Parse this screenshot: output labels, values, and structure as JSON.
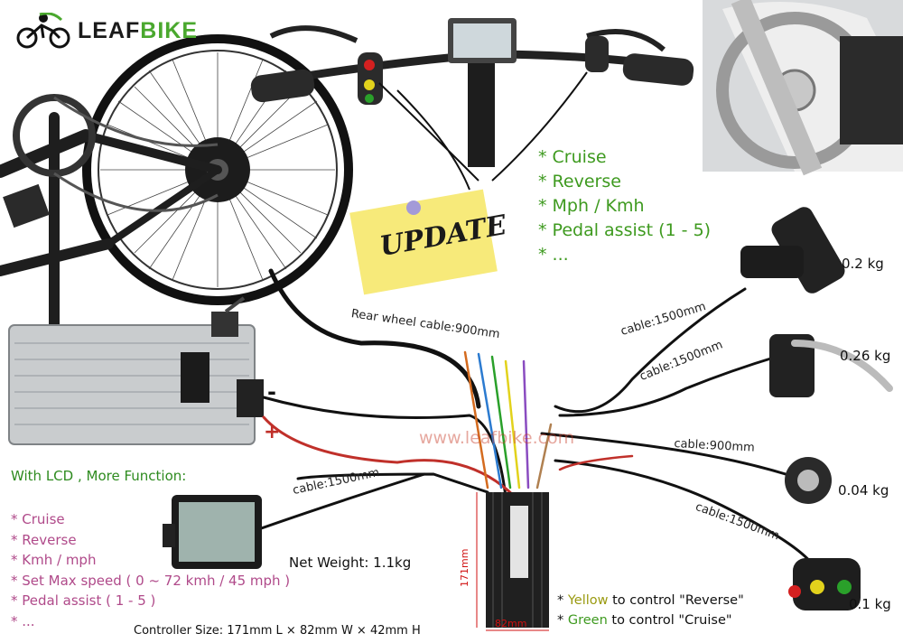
{
  "brand": {
    "name_part1": "LEAF",
    "name_part2": "BIKE"
  },
  "sticky_note": {
    "text": "UPDATE"
  },
  "features_top": [
    "* Cruise",
    "* Reverse",
    "* Mph / Kmh",
    "* Pedal assist (1 - 5)",
    "* ..."
  ],
  "lcd_panel": {
    "title": "With LCD , More Function:",
    "features": [
      "* Cruise",
      "* Reverse",
      "* Kmh / mph",
      "* Set Max speed ( 0 ~ 72 kmh / 45 mph )",
      "* Pedal assist ( 1 - 5 )",
      "* ..."
    ]
  },
  "cables": {
    "rear_wheel": "Rear wheel cable:900mm",
    "throttle": "cable:1500mm",
    "brake": "cable:1500mm",
    "pas": "cable:900mm",
    "switch": "cable:1500mm",
    "lcd": "cable:1500mm"
  },
  "weights": {
    "throttle": "0.2 kg",
    "brake": "0.26 kg",
    "pas": "0.04 kg",
    "switch": "0.1 kg",
    "controller": "Net Weight: 1.1kg"
  },
  "battery": {
    "minus": "-",
    "plus": "+"
  },
  "controller": {
    "dim_height": "171mm",
    "dim_width": "82mm",
    "size_text": "Controller Size: 171mm L × 82mm W × 42mm H"
  },
  "switch_note": {
    "line1_prefix": "* ",
    "line1_color": "Yellow",
    "line1_rest": " to control \"Reverse\"",
    "line2_prefix": "* ",
    "line2_color": "Green",
    "line2_rest": " to control \"Cruise\""
  },
  "watermark": "www.leafbike.com",
  "colors": {
    "brand_green": "#4aa82e",
    "feature_green": "#3e9a1f",
    "lcd_pink": "#b04a8a",
    "dimension_red": "#d01010"
  }
}
